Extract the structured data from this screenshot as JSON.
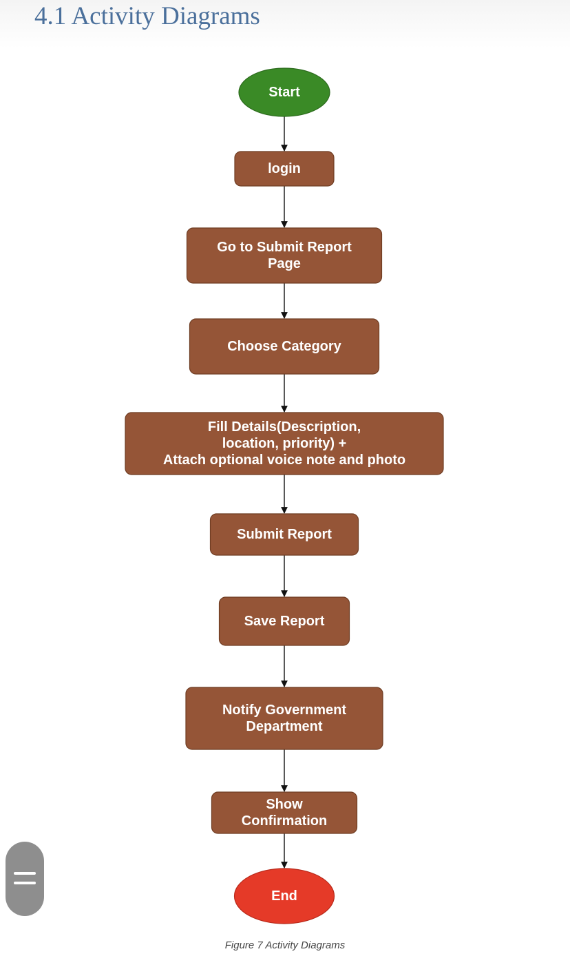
{
  "page": {
    "heading": "4.1 Activity Diagrams",
    "caption": "Figure 7 Activity Diagrams"
  },
  "diagram": {
    "colors": {
      "start": "#3a8a26",
      "end": "#e53a28",
      "action": "#955537",
      "action_border": "#6e3c22",
      "text": "#ffffff",
      "connector": "#111111"
    },
    "nodes": [
      {
        "id": "start",
        "shape": "ellipse",
        "lines": [
          "Start"
        ]
      },
      {
        "id": "login",
        "shape": "rect",
        "lines": [
          "login"
        ]
      },
      {
        "id": "go-to-submit-report-page",
        "shape": "rect",
        "lines": [
          "Go to Submit Report",
          "Page"
        ]
      },
      {
        "id": "choose-category",
        "shape": "rect",
        "lines": [
          "Choose Category"
        ]
      },
      {
        "id": "fill-details",
        "shape": "rect",
        "lines": [
          "Fill Details(Description,",
          "location, priority) +",
          "Attach optional voice note and photo"
        ]
      },
      {
        "id": "submit-report",
        "shape": "rect",
        "lines": [
          "Submit Report"
        ]
      },
      {
        "id": "save-report",
        "shape": "rect",
        "lines": [
          "Save Report"
        ]
      },
      {
        "id": "notify-government-department",
        "shape": "rect",
        "lines": [
          "Notify Government",
          "Department"
        ]
      },
      {
        "id": "show-confirmation",
        "shape": "rect",
        "lines": [
          "Show",
          "Confirmation"
        ]
      },
      {
        "id": "end",
        "shape": "ellipse",
        "lines": [
          "End"
        ]
      }
    ],
    "edges": [
      [
        "start",
        "login"
      ],
      [
        "login",
        "go-to-submit-report-page"
      ],
      [
        "go-to-submit-report-page",
        "choose-category"
      ],
      [
        "choose-category",
        "fill-details"
      ],
      [
        "fill-details",
        "submit-report"
      ],
      [
        "submit-report",
        "save-report"
      ],
      [
        "save-report",
        "notify-government-department"
      ],
      [
        "notify-government-department",
        "show-confirmation"
      ],
      [
        "show-confirmation",
        "end"
      ]
    ]
  },
  "menu_handle": {
    "icon": "hamburger-menu-icon"
  }
}
